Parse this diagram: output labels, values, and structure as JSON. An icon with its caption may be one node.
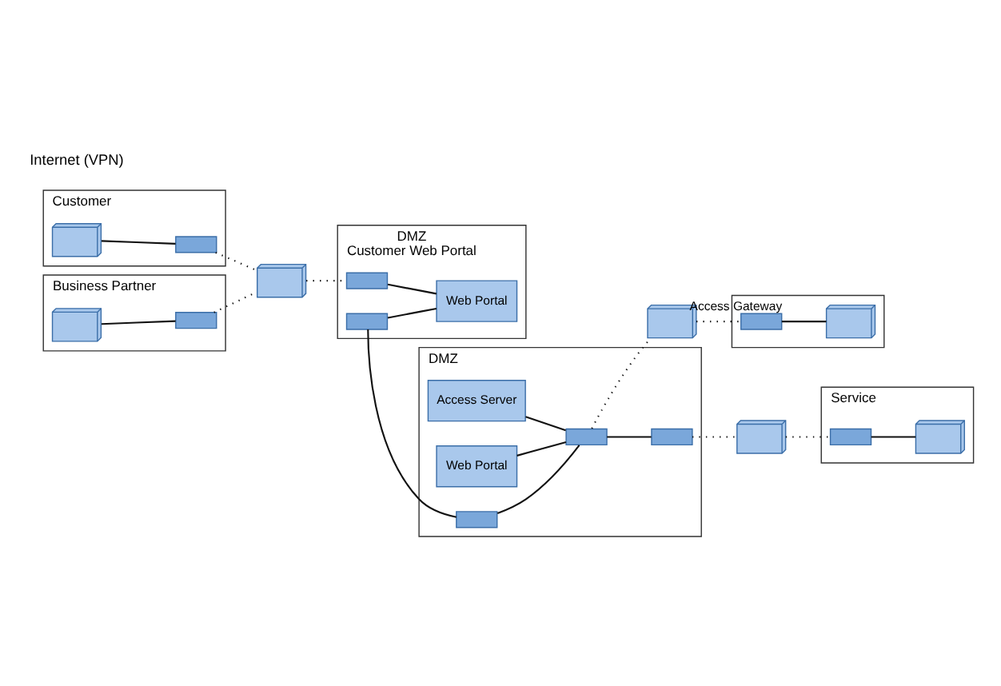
{
  "diagram": {
    "nodes": [
      {
        "text": [
          "Customer"
        ]
      },
      {
        "text": [],
        "shape": "picture",
        "in": 0
      },
      {
        "text": [],
        "shape": "bar",
        "in": 0
      },
      {
        "text": [
          "Business Partner"
        ]
      },
      {
        "text": [],
        "shape": "picture",
        "in": 3
      },
      {
        "text": [],
        "shape": "bar",
        "in": 3
      },
      {
        "text": [
          "DMZ",
          "Customer Web Portal"
        ]
      },
      {
        "text": [
          "Web Portal"
        ],
        "in": 6
      },
      {
        "text": [],
        "shape": "bar",
        "in": 6
      },
      {
        "text": [],
        "shape": "bar",
        "in": 6
      },
      {
        "text": [
          "DMZ"
        ]
      },
      {
        "text": [
          "Access Server"
        ],
        "in": 10
      },
      {
        "text": [
          "Web Portal"
        ],
        "in": 10
      },
      {
        "text": [],
        "shape": "bar",
        "in": 10
      },
      {
        "text": [],
        "shape": "bar",
        "in": 10
      },
      {
        "text": [],
        "shape": "bar",
        "in": 10
      },
      {
        "text": [
          "Service"
        ]
      },
      {
        "text": [],
        "shape": "picture",
        "in": 16
      },
      {
        "text": [],
        "shape": "bar",
        "in": 16
      },
      {
        "text": [],
        "shape": "picture"
      },
      {
        "text": [],
        "shape": "picture"
      },
      {
        "text": [],
        "shape": "picture"
      },
      {
        "text": [],
        "shape": "box"
      },
      {
        "text": [],
        "shape": "bar",
        "beside": [
          "Access Gateway"
        ],
        "in": 22
      },
      {
        "text": [],
        "shape": "picture",
        "in": 22
      }
    ],
    "edges": [
      {
        "from": 1,
        "to": 2,
        "arrow": "none"
      },
      {
        "from": 2,
        "to": 19,
        "arrow": "none",
        "style": "dashed"
      },
      {
        "from": 5,
        "to": 19,
        "arrow": "none",
        "style": "dashed"
      },
      {
        "from": 4,
        "to": 5,
        "arrow": "none"
      },
      {
        "from": 19,
        "to": 8,
        "arrow": "none",
        "style": "dashed"
      },
      {
        "from": 8,
        "to": 7,
        "arrow": "none"
      },
      {
        "from": 9,
        "to": 7,
        "arrow": "none"
      },
      {
        "from": 9,
        "to": 13,
        "arrow": "none"
      },
      {
        "from": 13,
        "to": 15,
        "arrow": "none"
      },
      {
        "from": 11,
        "to": 15,
        "arrow": "none"
      },
      {
        "from": 12,
        "to": 15,
        "arrow": "none"
      },
      {
        "from": 15,
        "to": 14,
        "arrow": "none"
      },
      {
        "from": 14,
        "to": 20,
        "arrow": "none",
        "style": "dashed"
      },
      {
        "from": 20,
        "to": 18,
        "arrow": "none",
        "style": "dashed"
      },
      {
        "from": 18,
        "to": 17,
        "arrow": "none"
      },
      {
        "from": 15,
        "to": 21,
        "arrow": "none",
        "style": "dashed"
      },
      {
        "from": 21,
        "to": 23,
        "arrow": "none",
        "style": "dashed"
      },
      {
        "from": 23,
        "to": 24,
        "arrow": "none"
      }
    ],
    "labels": [
      "Internet (VPN)"
    ]
  }
}
